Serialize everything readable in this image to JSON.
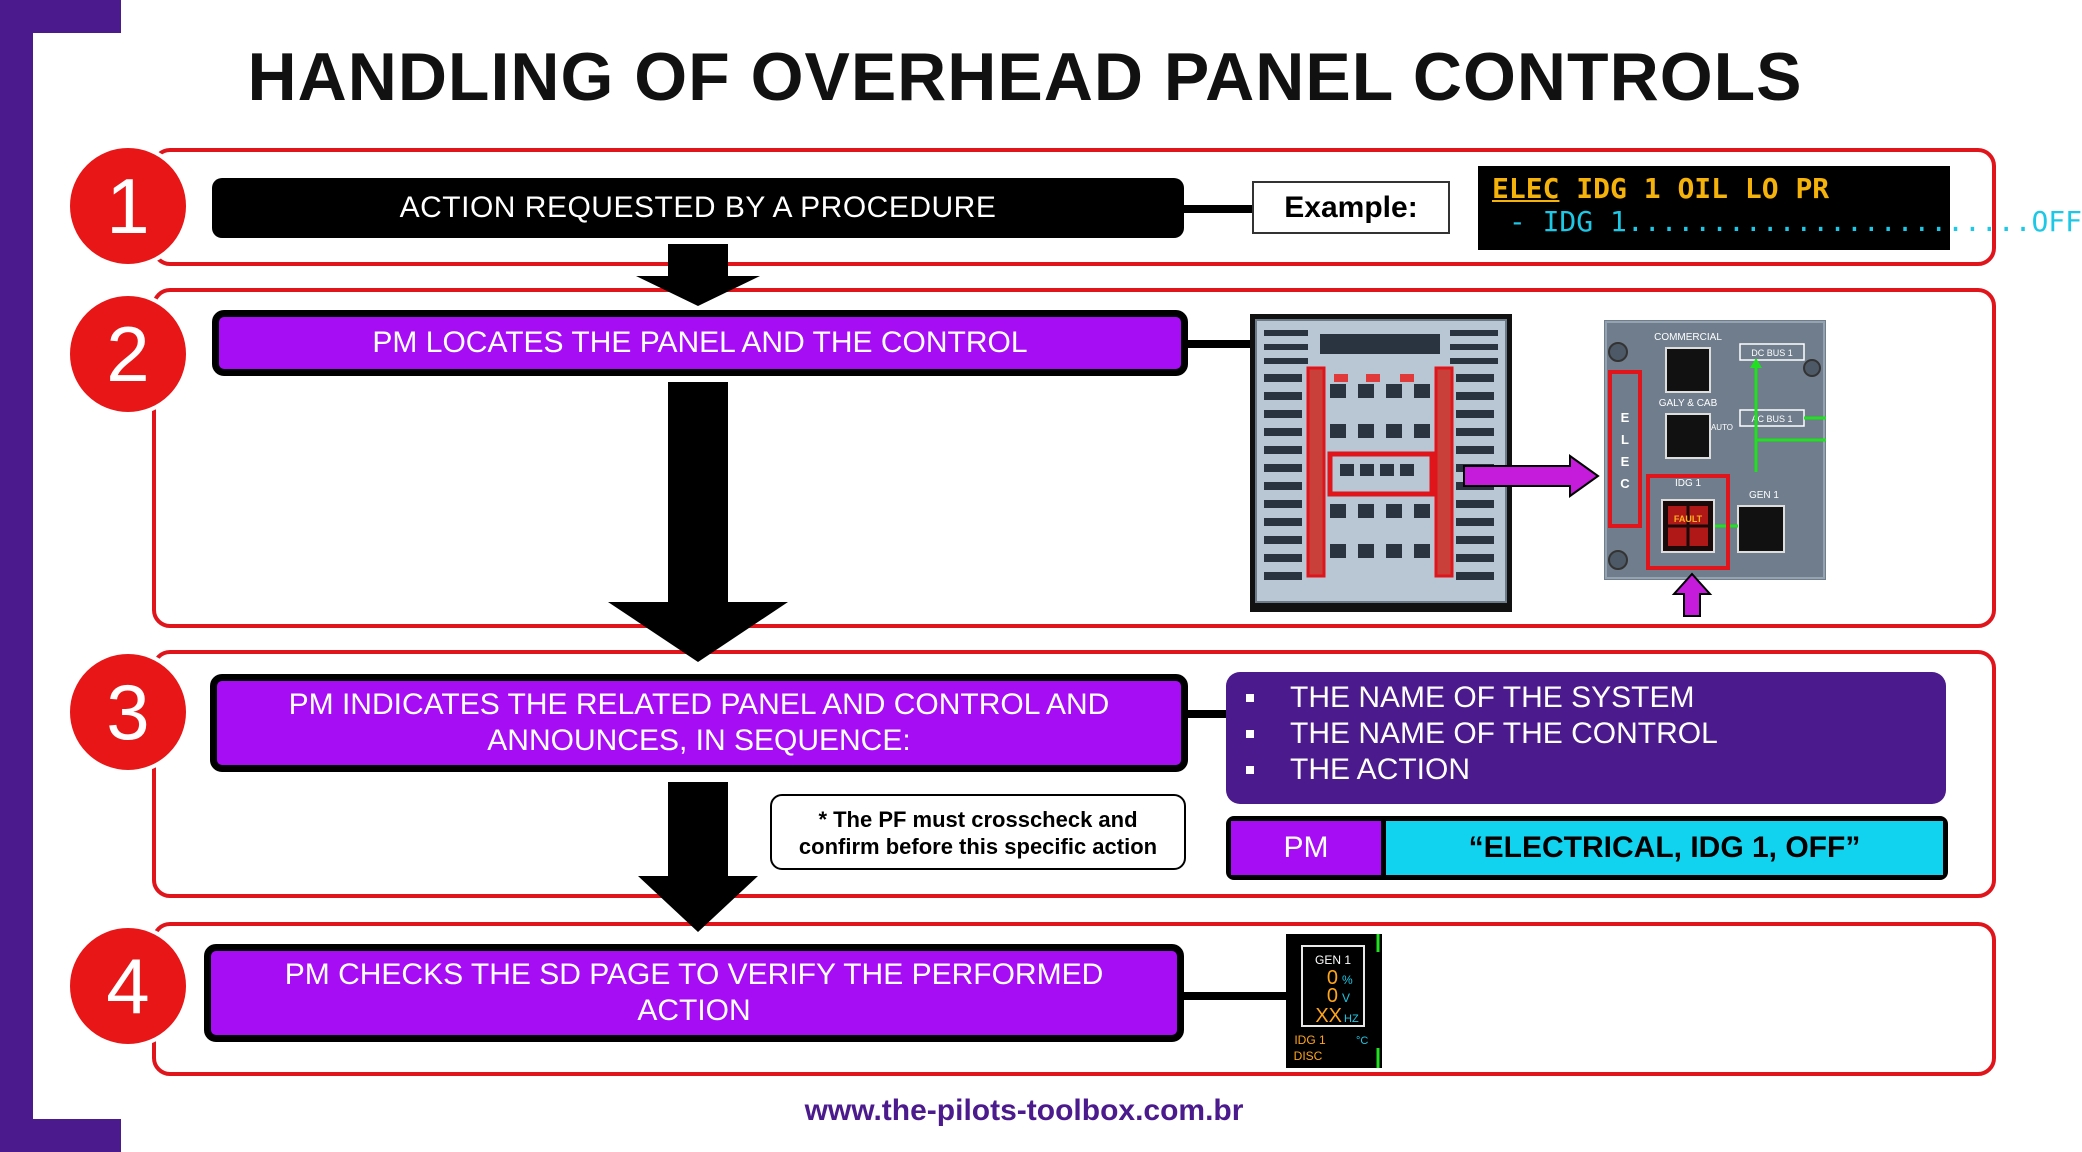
{
  "title": "HANDLING OF OVERHEAD PANEL CONTROLS",
  "steps": [
    {
      "number": "1",
      "text": "ACTION REQUESTED BY A PROCEDURE"
    },
    {
      "number": "2",
      "text": "PM LOCATES THE PANEL AND THE CONTROL"
    },
    {
      "number": "3",
      "text": "PM INDICATES THE RELATED PANEL AND CONTROL AND ANNOUNCES, IN SEQUENCE:"
    },
    {
      "number": "4",
      "text": "PM CHECKS THE SD PAGE TO VERIFY THE PERFORMED ACTION"
    }
  ],
  "example": {
    "label": "Example:",
    "ecam_title_part1": "ELEC",
    "ecam_title_part2": " IDG 1 OIL LO PR",
    "ecam_action": " - IDG 1........................OFF"
  },
  "panel_labels": {
    "elec_letters": [
      "E",
      "L",
      "E",
      "C"
    ],
    "commercial": "COMMERCIAL",
    "galy_cab": "GALY & CAB",
    "dc_bus": "DC BUS 1",
    "ac_bus": "AC BUS 1",
    "auto": "AUTO",
    "idg": "IDG 1",
    "gen": "GEN 1",
    "fault": "FAULT"
  },
  "announcement": {
    "items": [
      "THE NAME OF THE SYSTEM",
      "THE NAME OF THE CONTROL",
      "THE ACTION"
    ],
    "role": "PM",
    "callout": "“ELECTRICAL, IDG 1, OFF”"
  },
  "note": {
    "line1": "* The PF must crosscheck and",
    "line2": "confirm before this specific action"
  },
  "sd_page": {
    "gen": "GEN 1",
    "load": "0",
    "load_unit": "%",
    "volt": "0",
    "volt_unit": "V",
    "freq": "XX",
    "freq_unit": "HZ",
    "idg": "IDG 1",
    "temp_unit": "°C",
    "disc": "DISC"
  },
  "footer": "www.the-pilots-toolbox.com.br",
  "colors": {
    "brand_purple": "#4b1a8c",
    "step_purple": "#a60df5",
    "frame_red": "#e0151b",
    "callout_cyan": "#12d3ef"
  }
}
